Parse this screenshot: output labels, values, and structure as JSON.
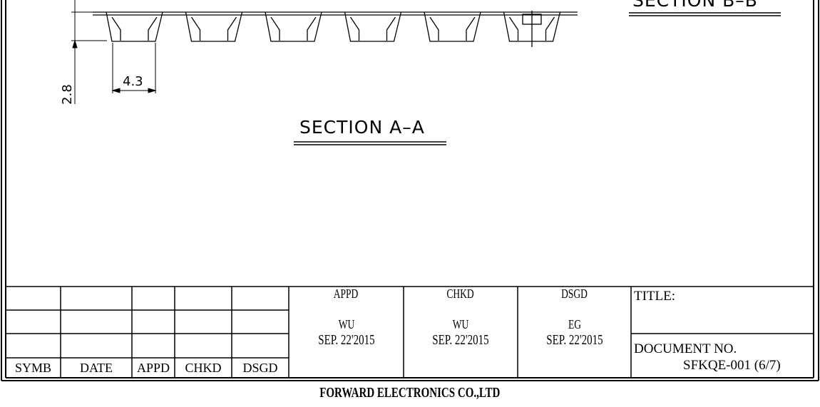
{
  "drawing": {
    "section_a_label": "SECTION A–A",
    "section_b_label": "SECTION B–B",
    "dim_height": "2.8",
    "dim_width": "4.3"
  },
  "title_block": {
    "revision_headers": [
      "SYMB",
      "DATE",
      "APPD",
      "CHKD",
      "DSGD"
    ],
    "approvals": [
      {
        "role": "APPD",
        "name": "WU",
        "date": "SEP. 22'2015"
      },
      {
        "role": "CHKD",
        "name": "WU",
        "date": "SEP. 22'2015"
      },
      {
        "role": "DSGD",
        "name": "EG",
        "date": "SEP. 22'2015"
      }
    ],
    "title_label": "TITLE:",
    "document_no_label": "DOCUMENT NO.",
    "document_no": "SFKQE-001 (6/7)"
  },
  "company": "FORWARD ELECTRONICS CO.,LTD"
}
